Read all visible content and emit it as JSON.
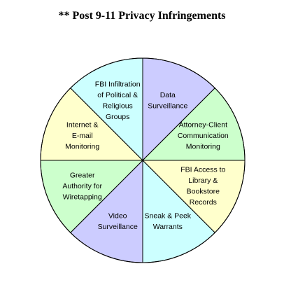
{
  "title": "** Post 9-11 Privacy Infringements",
  "segments": [
    {
      "lines": [
        "Data",
        "Surveillance"
      ],
      "color": "#ccccff"
    },
    {
      "lines": [
        "Attorney-Client",
        "Communication",
        "Monitoring"
      ],
      "color": "#ccffcc"
    },
    {
      "lines": [
        "FBI Access to",
        "Library &",
        "Bookstore",
        "Records"
      ],
      "color": "#ffffcc"
    },
    {
      "lines": [
        "Sneak & Peek",
        "Warrants"
      ],
      "color": "#ccffff"
    },
    {
      "lines": [
        "Video",
        "Surveillance"
      ],
      "color": "#ccccff"
    },
    {
      "lines": [
        "Greater",
        "Authority for",
        "Wiretapping"
      ],
      "color": "#ccffcc"
    },
    {
      "lines": [
        "Internet &",
        "E-mail",
        "Monitoring"
      ],
      "color": "#ffffcc"
    },
    {
      "lines": [
        "FBI Infiltration",
        "of Political &",
        "Religious",
        "Groups"
      ],
      "color": "#ccffff"
    }
  ]
}
